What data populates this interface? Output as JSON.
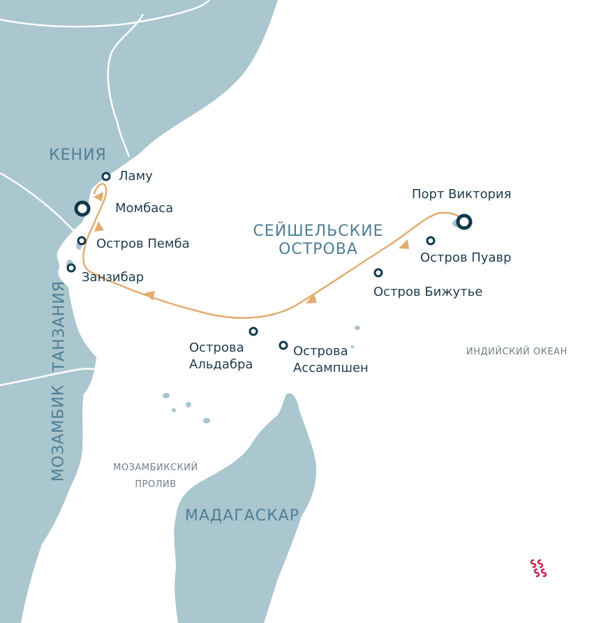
{
  "colors": {
    "land": "#aac6cf",
    "water": "#ffffff",
    "border": "#ffffff",
    "route": "#e1ad70",
    "marker": "#0f3a4c",
    "label": "#1d3b4c",
    "country_label": "#4e7e94",
    "logo": "#c8204c"
  },
  "countries": {
    "kenya": "КЕНИЯ",
    "tanzania": "ТАНЗАНИЯ",
    "mozambique": "МОЗАМБИК",
    "madagascar": "МАДАГАСКАР"
  },
  "region": {
    "seychelles_line1": "СЕЙШЕЛЬСКИЕ",
    "seychelles_line2": "ОСТРОВА"
  },
  "water_bodies": {
    "indian_ocean": "ИНДИЙСКИЙ ОКЕАН",
    "mozambique_channel_line1": "МОЗАМБИКСКИЙ",
    "mozambique_channel_line2": "ПРОЛИВ"
  },
  "places": {
    "lamu": "Ламу",
    "mombasa": "Момбаса",
    "pemba": "Остров Пемба",
    "zanzibar": "Занзибар",
    "port_victoria": "Порт Виктория",
    "poivre": "Остров Пуавр",
    "bijoutier": "Остров Бижутье",
    "aldabra_line1": "Острова",
    "aldabra_line2": "Альдабра",
    "assumption_line1": "Острова",
    "assumption_line2": "Ассампшен"
  },
  "icons": {
    "port_major": "ring-marker-large-icon",
    "stop": "ring-marker-small-icon",
    "route_direction": "triangle-arrow-icon",
    "logo": "sss-logo-icon"
  }
}
